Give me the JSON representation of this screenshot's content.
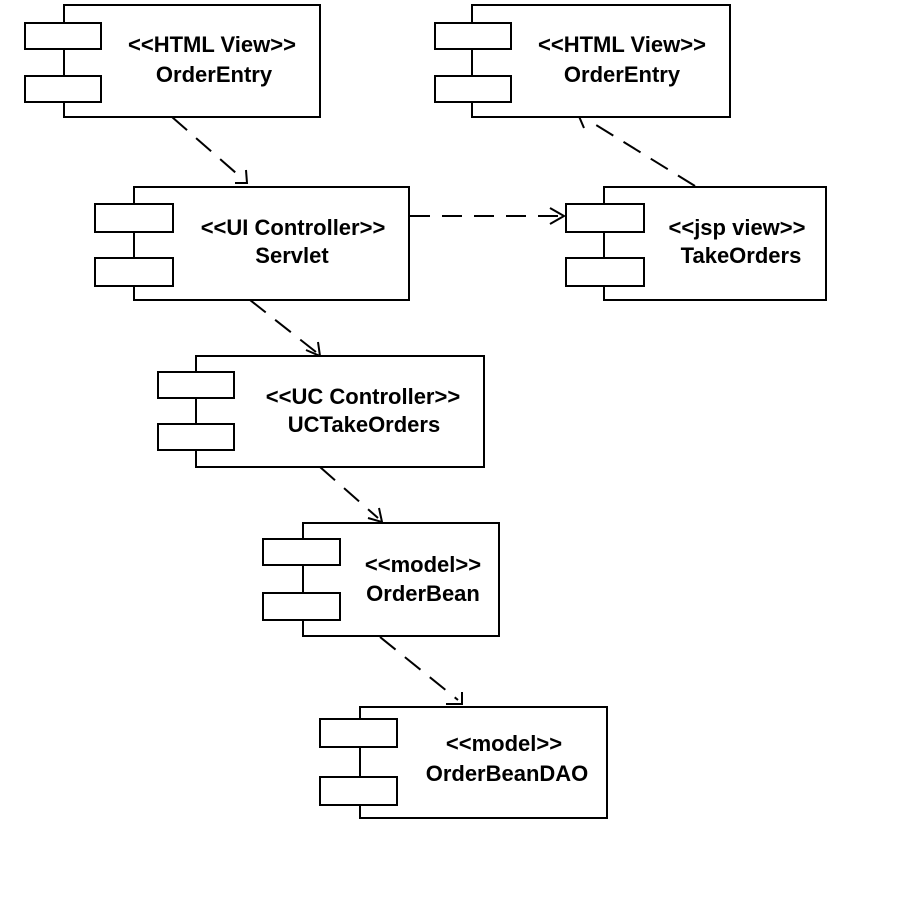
{
  "components": [
    {
      "id": "html-orderentry-left",
      "stereotype": "<<HTML View>>",
      "name": "OrderEntry"
    },
    {
      "id": "html-orderentry-right",
      "stereotype": "<<HTML View>>",
      "name": "OrderEntry"
    },
    {
      "id": "servlet",
      "stereotype": "<<UI Controller>>",
      "name": "Servlet"
    },
    {
      "id": "takeorders",
      "stereotype": "<<jsp view>>",
      "name": "TakeOrders"
    },
    {
      "id": "uctakeorders",
      "stereotype": "<<UC Controller>>",
      "name": "UCTakeOrders"
    },
    {
      "id": "orderbean",
      "stereotype": "<<model>>",
      "name": "OrderBean"
    },
    {
      "id": "orderbeandao",
      "stereotype": "<<model>>",
      "name": "OrderBeanDAO"
    }
  ],
  "dependencies": [
    {
      "from": "html-orderentry-left",
      "to": "servlet"
    },
    {
      "from": "servlet",
      "to": "takeorders"
    },
    {
      "from": "takeorders",
      "to": "html-orderentry-right"
    },
    {
      "from": "servlet",
      "to": "uctakeorders"
    },
    {
      "from": "uctakeorders",
      "to": "orderbean"
    },
    {
      "from": "orderbean",
      "to": "orderbeandao"
    }
  ]
}
